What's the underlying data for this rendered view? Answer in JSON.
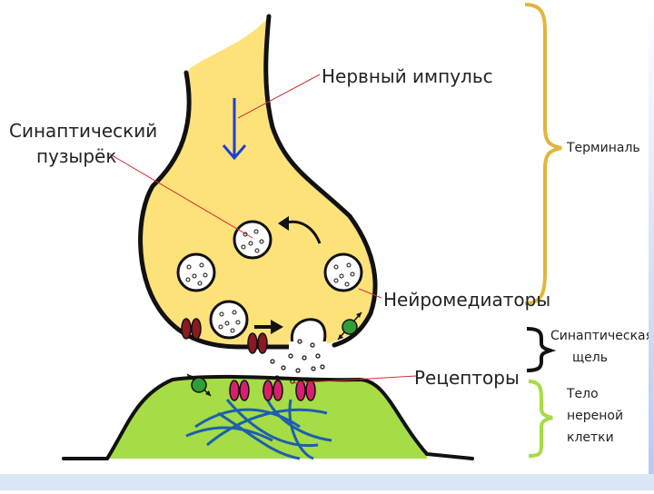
{
  "labels": {
    "impulse": "Нервный импульс",
    "vesicle_line1": "Синаптический",
    "vesicle_line2": "пузырёк",
    "terminal": "Терминаль",
    "neurotransmitters": "Нейромедиаторы",
    "cleft_line1": "Синаптическая",
    "cleft_line2": "щель",
    "receptors": "Рецепторы",
    "body_line1": "Тело",
    "body_line2": "нереной",
    "body_line3": "клетки"
  },
  "colors": {
    "terminal_fill": "#fde27a",
    "cell_fill": "#a6dc45",
    "outline": "#111111",
    "terminal_brace": "#e1b63a",
    "cleft_brace": "#111111",
    "cell_brace": "#a6dc45",
    "impulse_arrow": "#1f3fd1",
    "receptor": "#d81f6d",
    "channel": "#8b1a22",
    "transporter": "#2f9e36",
    "fibers": "#1c5fb0",
    "pointer_line": "#d32f2f"
  }
}
